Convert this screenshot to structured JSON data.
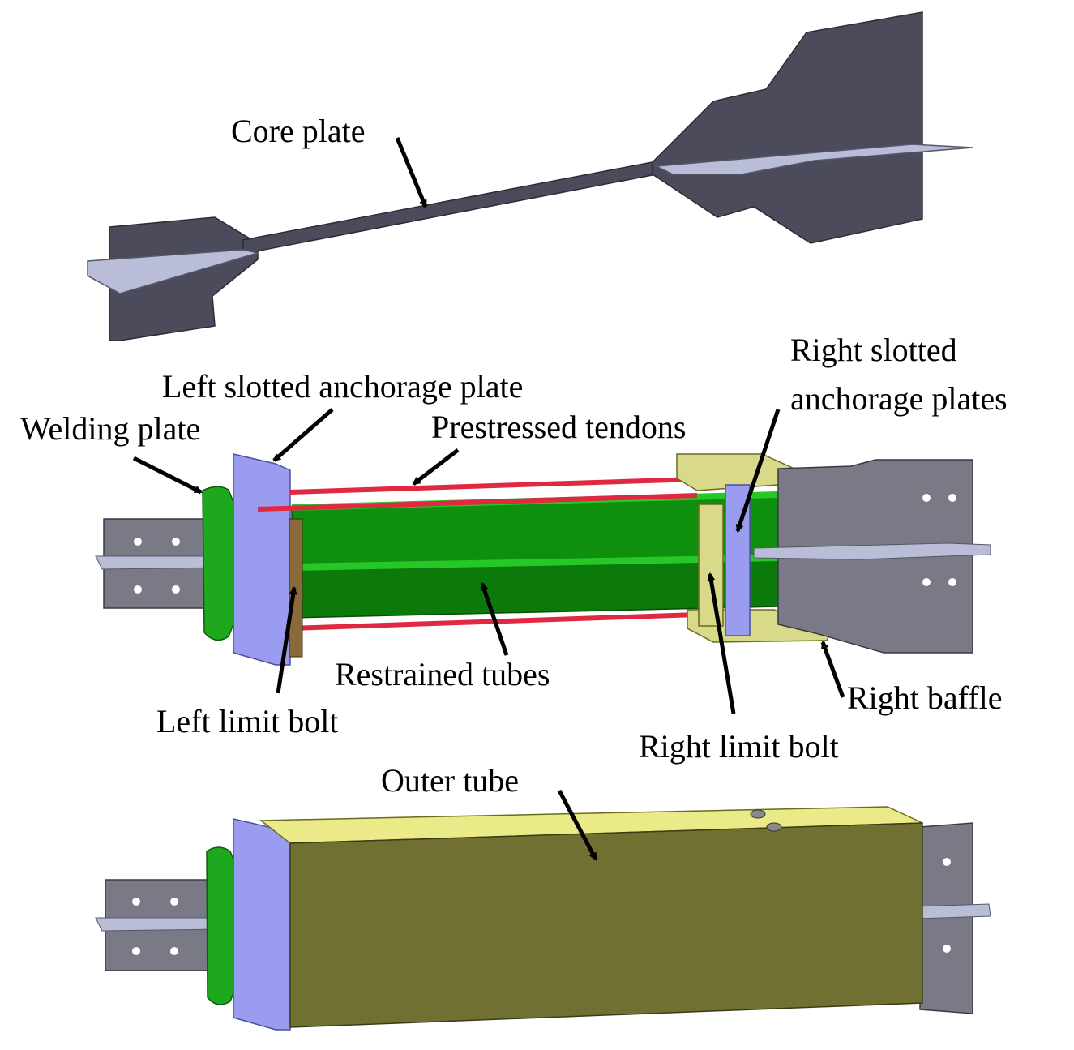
{
  "labels": {
    "core_plate": "Core plate",
    "left_slotted_anchorage_plate": "Left slotted anchorage plate",
    "welding_plate": "Welding plate",
    "prestressed_tendons": "Prestressed tendons",
    "right_slotted_line1": "Right slotted",
    "right_slotted_line2": "anchorage plates",
    "restrained_tubes": "Restrained tubes",
    "left_limit_bolt": "Left limit bolt",
    "right_limit_bolt": "Right limit bolt",
    "right_baffle": "Right baffle",
    "outer_tube": "Outer tube"
  },
  "colors": {
    "core_plate": "#4b4b5c",
    "core_flange": "#b9bdd8",
    "tube_green": "#0e8f0e",
    "tube_green_light": "#28c728",
    "anchorage_plate": "#9a9cf0",
    "tendon": "#e02840",
    "outer_tube_side": "#707033",
    "outer_tube_top": "#eaea88",
    "baffle": "#d9d98a",
    "welding_plate": "#1ea81e"
  }
}
